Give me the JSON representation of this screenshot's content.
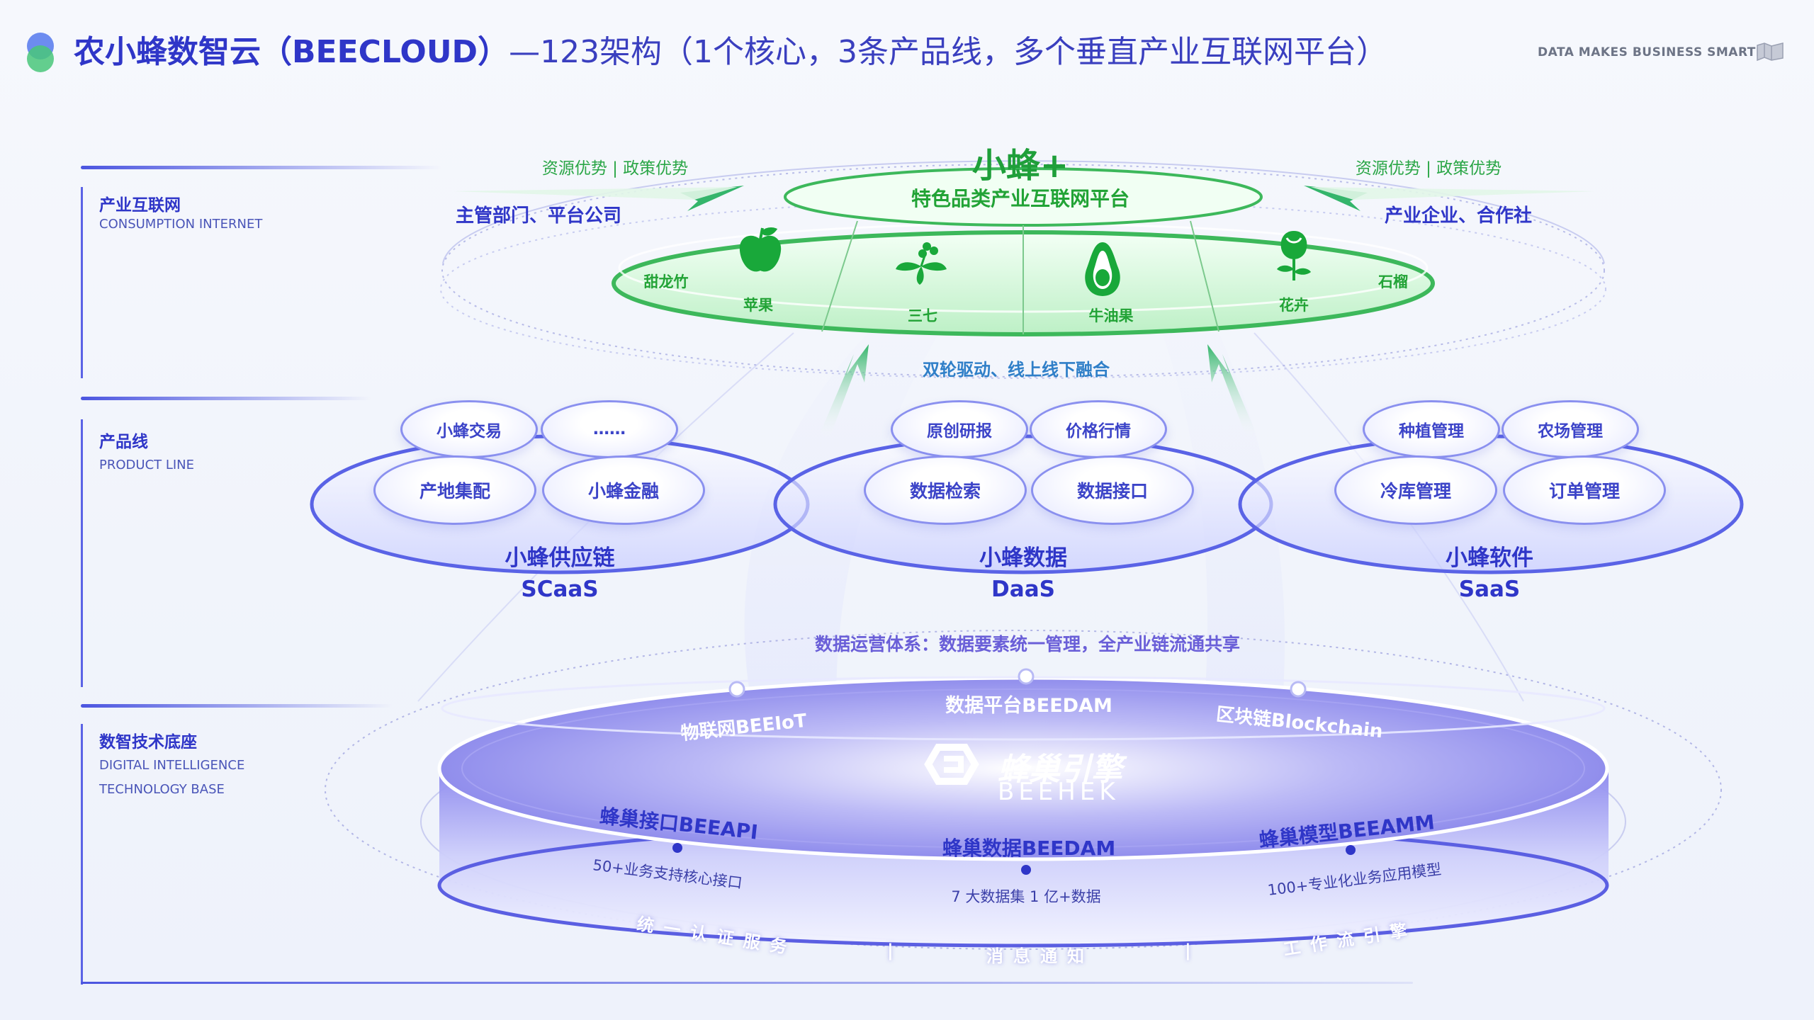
{
  "header": {
    "title_main": "农小蜂数智云（BEECLOUD）",
    "title_sub": "—123架构（1个核心，3条产品线，多个垂直产业互联网平台）",
    "slogan": "DATA MAKES BUSINESS SMARTER"
  },
  "rail": [
    {
      "cn": "产业互联网",
      "en": [
        "CONSUMPTION INTERNET"
      ]
    },
    {
      "cn": "产品线",
      "en": [
        "PRODUCT LINE"
      ]
    },
    {
      "cn": "数智技术底座",
      "en": [
        "DIGITAL INTELLIGENCE",
        "TECHNOLOGY BASE"
      ]
    }
  ],
  "top": {
    "brand": "小蜂+",
    "platform": "特色品类产业互联网平台",
    "left_tag": "资源优势 | 政策优势",
    "left_label": "主管部门、平台公司",
    "right_tag": "资源优势 | 政策优势",
    "right_label": "产业企业、合作社",
    "drive": "双轮驱动、线上线下融合",
    "products": [
      "甜龙竹",
      "苹果",
      "三七",
      "牛油果",
      "花卉",
      "石榴"
    ]
  },
  "product_lines": [
    {
      "name": "小蜂供应链",
      "code": "SCaaS",
      "items": [
        "小蜂交易",
        "……",
        "产地集配",
        "小蜂金融"
      ]
    },
    {
      "name": "小蜂数据",
      "code": "DaaS",
      "items": [
        "原创研报",
        "价格行情",
        "数据检索",
        "数据接口"
      ]
    },
    {
      "name": "小蜂软件",
      "code": "SaaS",
      "items": [
        "种植管理",
        "农场管理",
        "冷库管理",
        "订单管理"
      ]
    }
  ],
  "base": {
    "ops": "数据运营体系：数据要素统一管理，全产业链流通共享",
    "ring_items": [
      "物联网BEEIoT",
      "数据平台BEEDAM",
      "区块链Blockchain"
    ],
    "engine_cn": "蜂巢引擎",
    "engine_en": "BEEHEK",
    "modules": [
      {
        "title": "蜂巢接口BEEAPI",
        "desc": "50+业务支持核心接口"
      },
      {
        "title": "蜂巢数据BEEDAM",
        "desc": "7 大数据集 1 亿+数据"
      },
      {
        "title": "蜂巢模型BEEAMM",
        "desc": "100+专业化业务应用模型"
      }
    ],
    "bottom": [
      "统一认证服务",
      "|",
      "消息通知",
      "|",
      "工作流引擎"
    ]
  },
  "colors": {
    "blue": "#2f36c8",
    "green": "#22a336",
    "lavender": "#8a90ef"
  }
}
